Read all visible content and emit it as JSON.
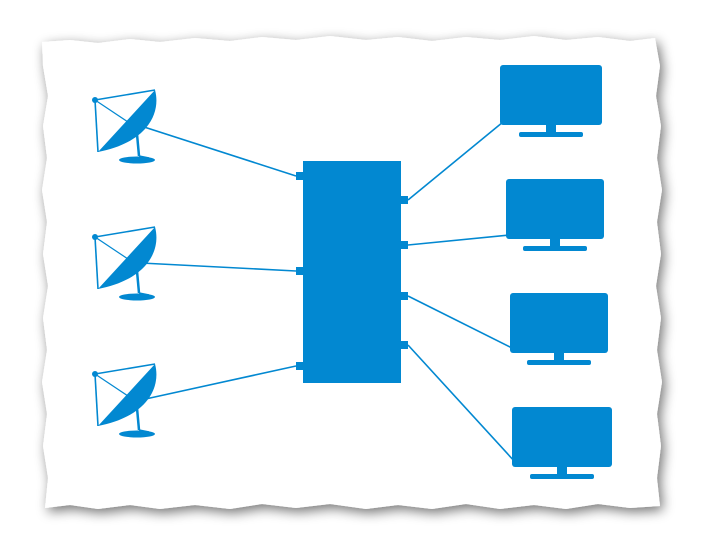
{
  "diagram": {
    "accent_color": "#0288d1",
    "paper_color": "#ffffff",
    "edge_style": "torn-paper",
    "nodes": {
      "satellite_dishes": [
        {
          "icon": "satellite-dish-icon"
        },
        {
          "icon": "satellite-dish-icon"
        },
        {
          "icon": "satellite-dish-icon"
        }
      ],
      "central_unit": {
        "icon": "multiswitch-box"
      },
      "monitors": [
        {
          "icon": "monitor-icon"
        },
        {
          "icon": "monitor-icon"
        },
        {
          "icon": "monitor-icon"
        },
        {
          "icon": "monitor-icon"
        }
      ]
    },
    "connections": [
      {
        "from": "satellite-dish-1",
        "to": "central-unit"
      },
      {
        "from": "satellite-dish-2",
        "to": "central-unit"
      },
      {
        "from": "satellite-dish-3",
        "to": "central-unit"
      },
      {
        "from": "central-unit",
        "to": "monitor-1"
      },
      {
        "from": "central-unit",
        "to": "monitor-2"
      },
      {
        "from": "central-unit",
        "to": "monitor-3"
      },
      {
        "from": "central-unit",
        "to": "monitor-4"
      }
    ]
  }
}
